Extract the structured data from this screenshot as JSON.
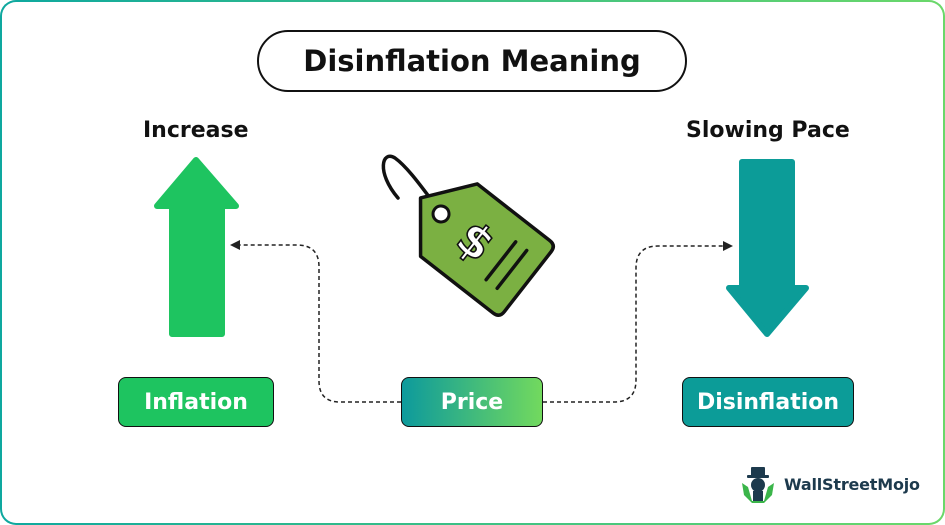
{
  "title": "Disinflation Meaning",
  "left": {
    "caption": "Increase",
    "label": "Inflation"
  },
  "center": {
    "label": "Price",
    "tag_icon": "price-tag-icon"
  },
  "right": {
    "caption": "Slowing Pace",
    "label": "Disinflation"
  },
  "brand": {
    "name": "WallStreetMojo"
  },
  "colors": {
    "green": "#1ec460",
    "teal": "#0c9c98",
    "tag_green": "#7bb042",
    "text": "#111111"
  }
}
